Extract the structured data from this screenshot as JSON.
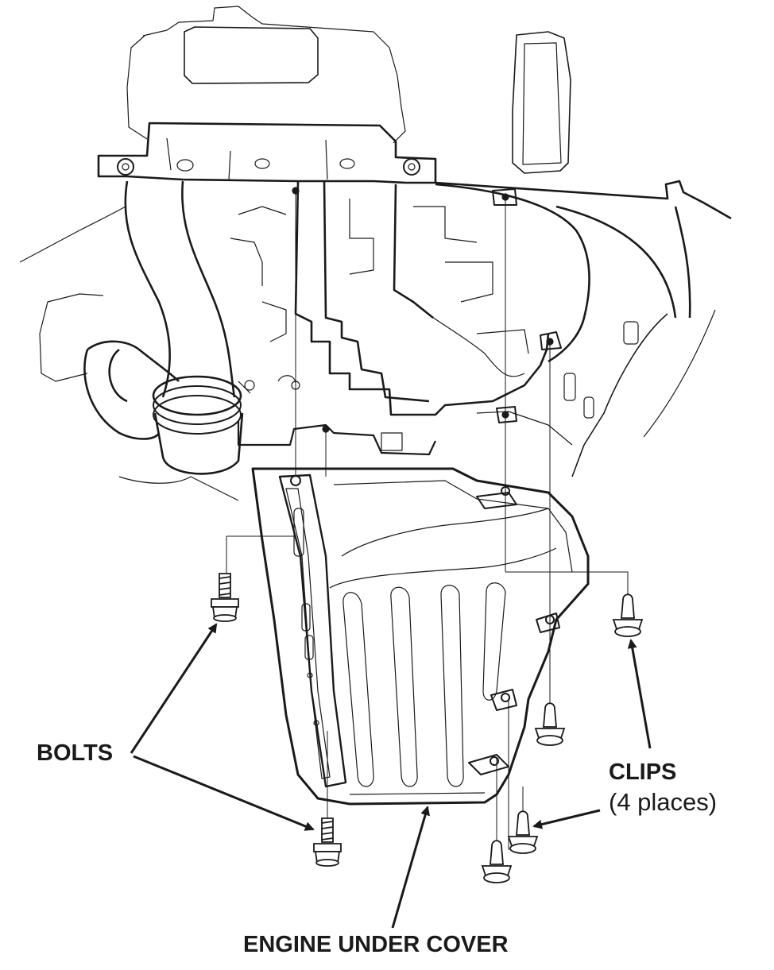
{
  "labels": {
    "bolts": "BOLTS",
    "clips": "CLIPS",
    "clips_count": "(4 places)",
    "engine_under_cover": "ENGINE UNDER COVER"
  },
  "colors": {
    "line": "#1a1a1a",
    "background": "#ffffff"
  }
}
